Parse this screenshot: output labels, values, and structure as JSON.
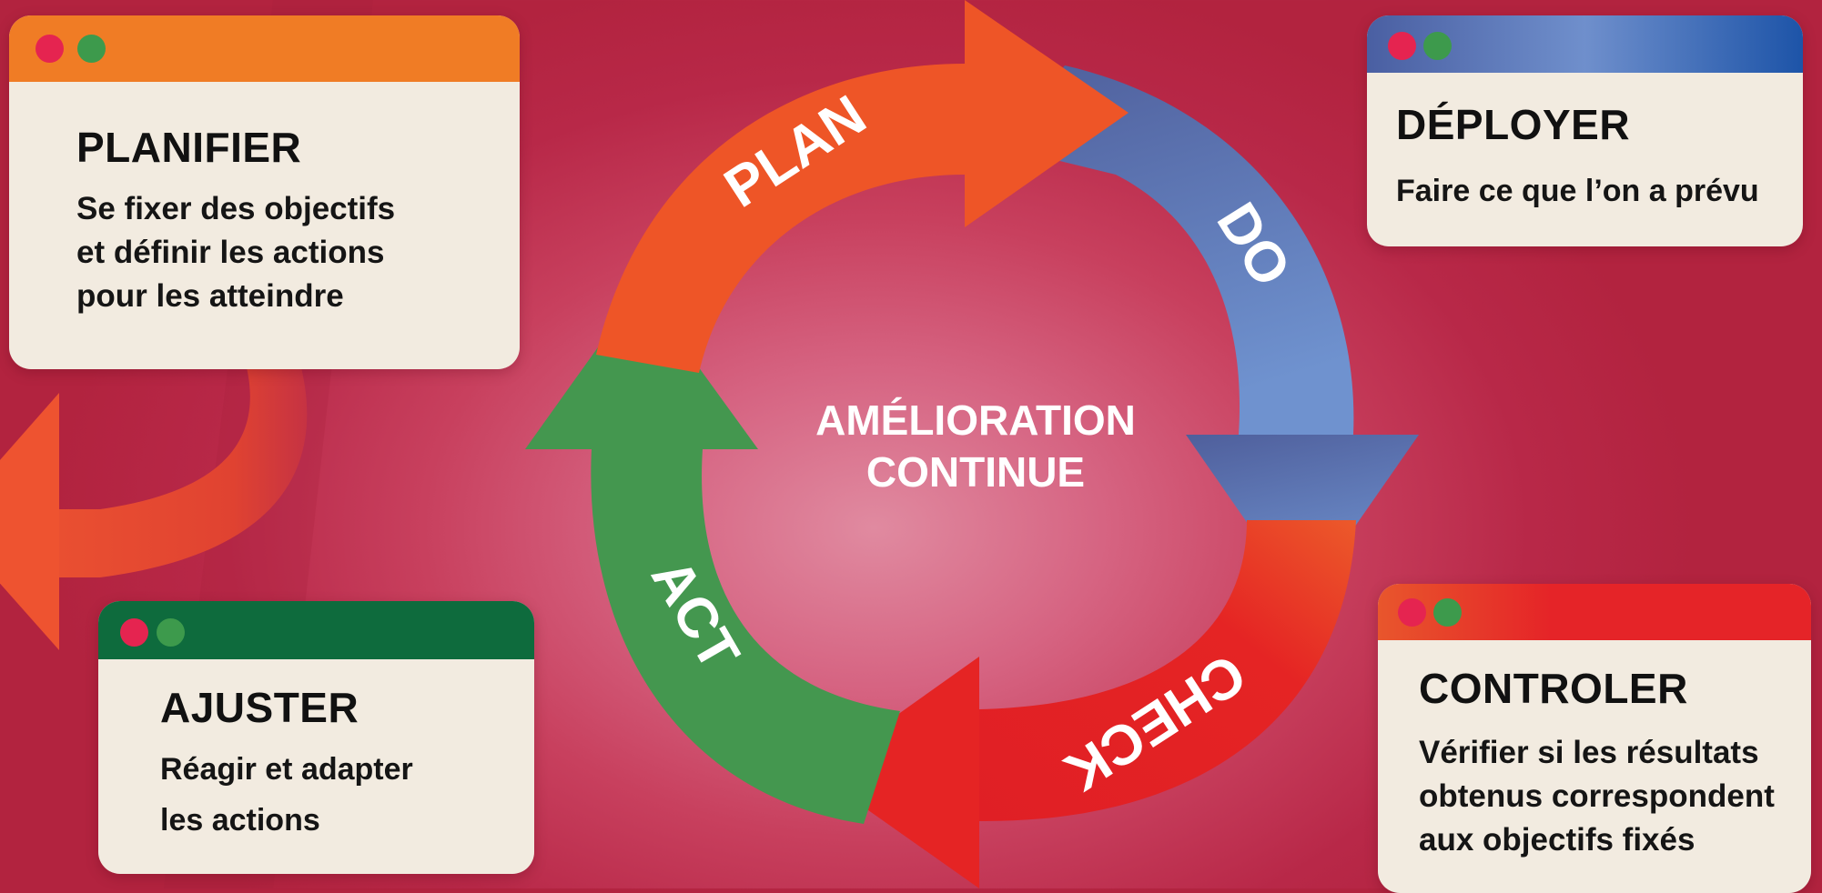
{
  "cycle": {
    "center_line1": "AMÉLIORATION",
    "center_line2": "CONTINUE",
    "arrows": [
      {
        "id": "plan",
        "label": "PLAN",
        "color": "#ee5527"
      },
      {
        "id": "do",
        "label": "DO",
        "color": "#5a73b3"
      },
      {
        "id": "check",
        "label": "CHECK",
        "color": "#e52424"
      },
      {
        "id": "act",
        "label": "ACT",
        "color": "#44974f"
      }
    ]
  },
  "cards": {
    "plan": {
      "title": "PLANIFIER",
      "desc": [
        "Se fixer des objectifs",
        "et définir les actions",
        "pour les atteindre"
      ],
      "bar_color": "#f07c25"
    },
    "do": {
      "title": "DÉPLOYER",
      "desc": [
        "Faire ce que l’on a prévu"
      ],
      "bar_color": "#5a73b3"
    },
    "check": {
      "title": "CONTROLER",
      "desc": [
        "Vérifier si les résultats",
        "obtenus correspondent",
        "aux objectifs fixés"
      ],
      "bar_color": "#e52428"
    },
    "act": {
      "title": "AJUSTER",
      "desc": [
        "Réagir et adapter",
        "les actions"
      ],
      "bar_color": "#0e6b3d"
    }
  }
}
